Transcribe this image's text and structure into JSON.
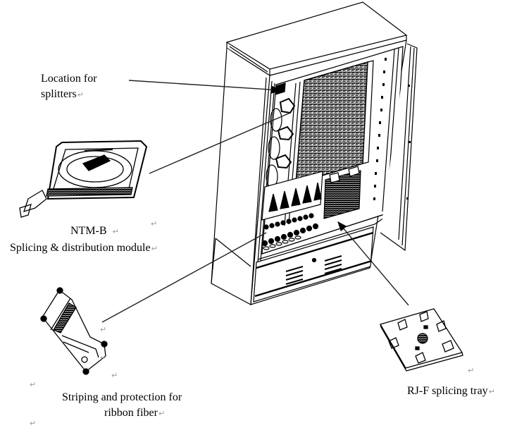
{
  "diagram": {
    "title": "Fiber optic distribution cabinet component overview",
    "colors": {
      "line": "#000000",
      "background": "#ffffff",
      "paragraph_mark": "#9a9a9a",
      "leader": "#1a1a1a"
    },
    "paragraph_mark_glyph": "↵",
    "labels": {
      "splitters": {
        "line1": "Location for",
        "line2": "splitters"
      },
      "ntm": {
        "line1": "NTM-B",
        "line2": "Splicing & distribution module"
      },
      "ribbon": {
        "line1": "Striping and protection for",
        "line2": "ribbon fiber"
      },
      "tray": {
        "line1": "RJ-F splicing tray"
      }
    },
    "components": [
      {
        "id": "cabinet",
        "name": "Outdoor fiber distribution cabinet"
      },
      {
        "id": "ntm-b-module",
        "name": "NTM-B splicing & distribution module"
      },
      {
        "id": "ribbon-protector",
        "name": "Ribbon fiber striping/protection unit"
      },
      {
        "id": "rj-f-tray",
        "name": "RJ-F splicing tray"
      }
    ]
  }
}
